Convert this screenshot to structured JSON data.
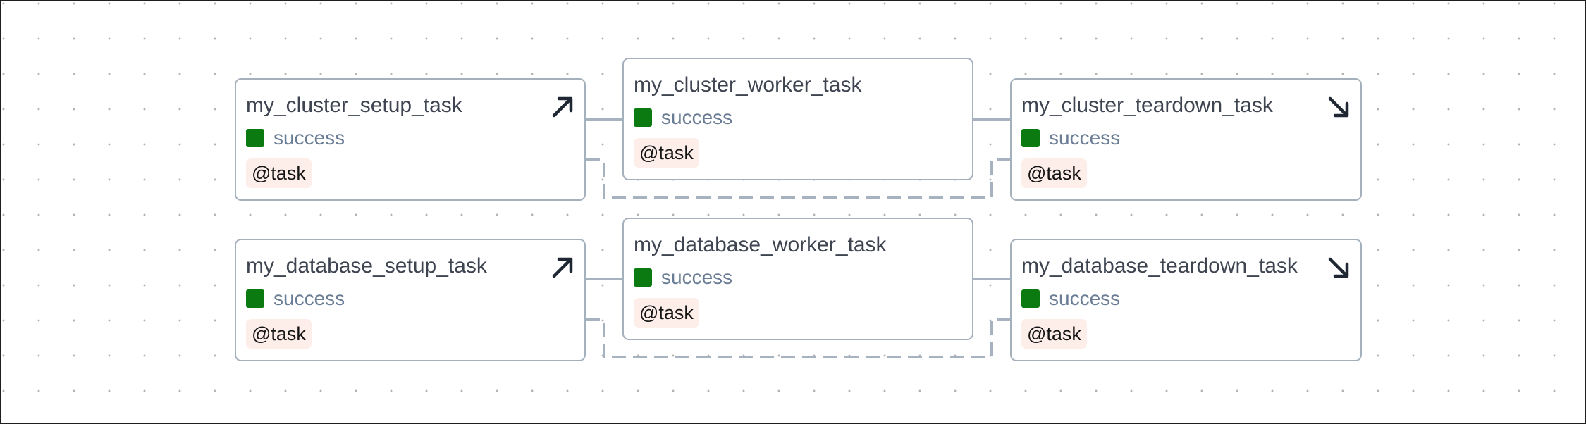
{
  "graph": {
    "nodes": [
      {
        "name": "my_cluster_setup_task",
        "status": "success",
        "tag": "@task",
        "icon": "setup-arrow-icon"
      },
      {
        "name": "my_cluster_worker_task",
        "status": "success",
        "tag": "@task"
      },
      {
        "name": "my_cluster_teardown_task",
        "status": "success",
        "tag": "@task",
        "icon": "teardown-arrow-icon"
      },
      {
        "name": "my_database_setup_task",
        "status": "success",
        "tag": "@task",
        "icon": "setup-arrow-icon"
      },
      {
        "name": "my_database_worker_task",
        "status": "success",
        "tag": "@task"
      },
      {
        "name": "my_database_teardown_task",
        "status": "success",
        "tag": "@task",
        "icon": "teardown-arrow-icon"
      }
    ],
    "edges": [
      {
        "from": "my_cluster_setup_task",
        "to": "my_cluster_worker_task",
        "style": "solid"
      },
      {
        "from": "my_cluster_worker_task",
        "to": "my_cluster_teardown_task",
        "style": "solid"
      },
      {
        "from": "my_cluster_setup_task",
        "to": "my_cluster_teardown_task",
        "style": "dashed"
      },
      {
        "from": "my_database_setup_task",
        "to": "my_database_worker_task",
        "style": "solid"
      },
      {
        "from": "my_database_worker_task",
        "to": "my_database_teardown_task",
        "style": "solid"
      },
      {
        "from": "my_database_setup_task",
        "to": "my_database_teardown_task",
        "style": "dashed"
      }
    ]
  },
  "colors": {
    "status_success": "#0b7a10",
    "status_text": "#6a7d94",
    "tag_background": "#fdeee9",
    "node_border": "#a5b0bd",
    "edge": "#a7b2c1",
    "grid_dot": "#b3b3b3"
  }
}
